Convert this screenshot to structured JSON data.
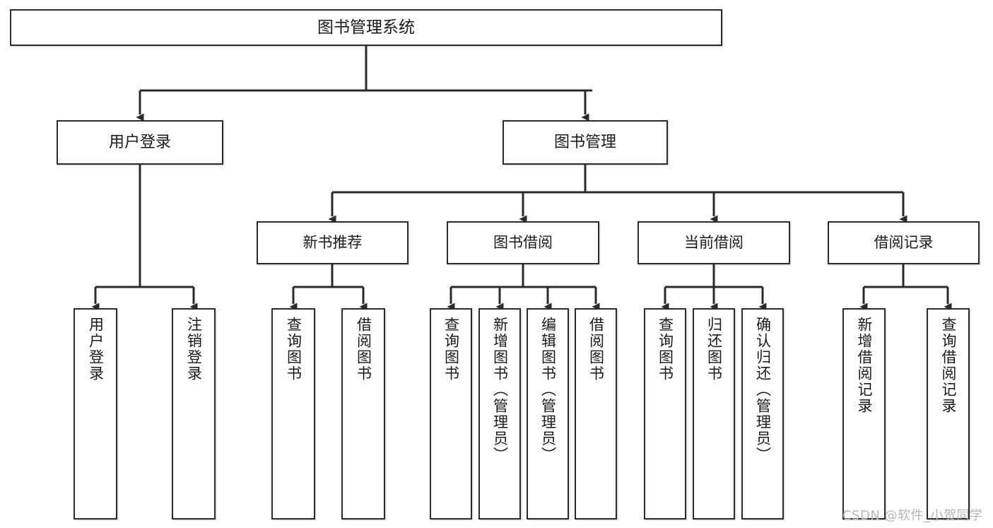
{
  "diagram": {
    "type": "tree-hierarchy-chart",
    "title": "图书管理系统",
    "watermark": "CSDN @软件_小贺同学",
    "colors": {
      "box_border": "#2b2b2b",
      "box_fill": "#ffffff",
      "connector": "#2b2b2b",
      "text": "#1a1a1a",
      "watermark": "#b6b6b6",
      "background": "#ffffff"
    },
    "root": {
      "label": "图书管理系统"
    },
    "level2": [
      {
        "label": "用户登录"
      },
      {
        "label": "图书管理"
      }
    ],
    "level3": [
      {
        "label": "新书推荐"
      },
      {
        "label": "图书借阅"
      },
      {
        "label": "当前借阅"
      },
      {
        "label": "借阅记录"
      }
    ],
    "leaves": {
      "user_login": [
        {
          "label": "用户登录"
        },
        {
          "label": "注销登录"
        }
      ],
      "new_book_recommend": [
        {
          "label": "查询图书"
        },
        {
          "label": "借阅图书"
        }
      ],
      "book_borrow": [
        {
          "label": "查询图书"
        },
        {
          "label": "新增图书（管理员）"
        },
        {
          "label": "编辑图书（管理员）"
        },
        {
          "label": "借阅图书"
        }
      ],
      "current_borrow": [
        {
          "label": "查询图书"
        },
        {
          "label": "归还图书"
        },
        {
          "label": "确认归还（管理员）"
        }
      ],
      "borrow_record": [
        {
          "label": "新增借阅记录"
        },
        {
          "label": "查询借阅记录"
        }
      ]
    }
  }
}
